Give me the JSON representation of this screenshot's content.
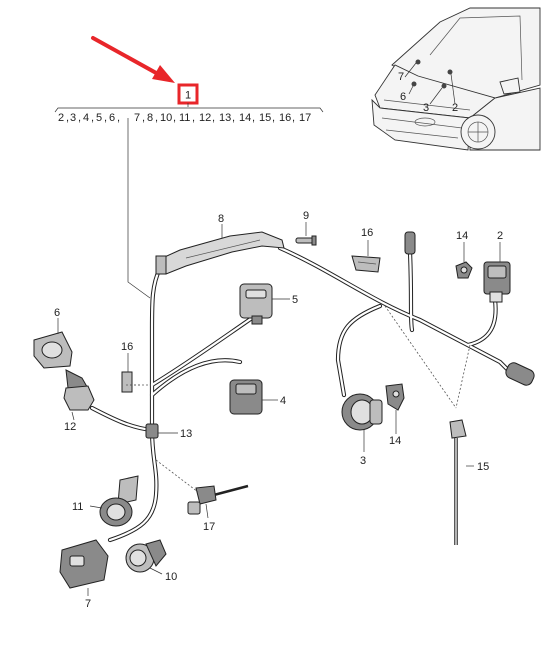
{
  "header": {
    "callout_number": "1",
    "sequence": [
      "2",
      "3",
      "4",
      "5",
      "6",
      "7",
      "8",
      "10",
      "11",
      "12",
      "13",
      "14",
      "15",
      "16",
      "17"
    ]
  },
  "callouts": {
    "c2": "2",
    "c3": "3",
    "c4": "4",
    "c5": "5",
    "c6": "6",
    "c7": "7",
    "c8": "8",
    "c9": "9",
    "c10": "10",
    "c11": "11",
    "c12": "12",
    "c13": "13",
    "c14a": "14",
    "c14b": "14",
    "c15": "15",
    "c16a": "16",
    "c16b": "16",
    "c17": "17"
  },
  "inset": {
    "i7": "7",
    "i6": "6",
    "i3": "3",
    "i2": "2"
  },
  "colors": {
    "arrow": "#e8262a",
    "highlight_box": "#e8262a",
    "line": "#222222"
  }
}
